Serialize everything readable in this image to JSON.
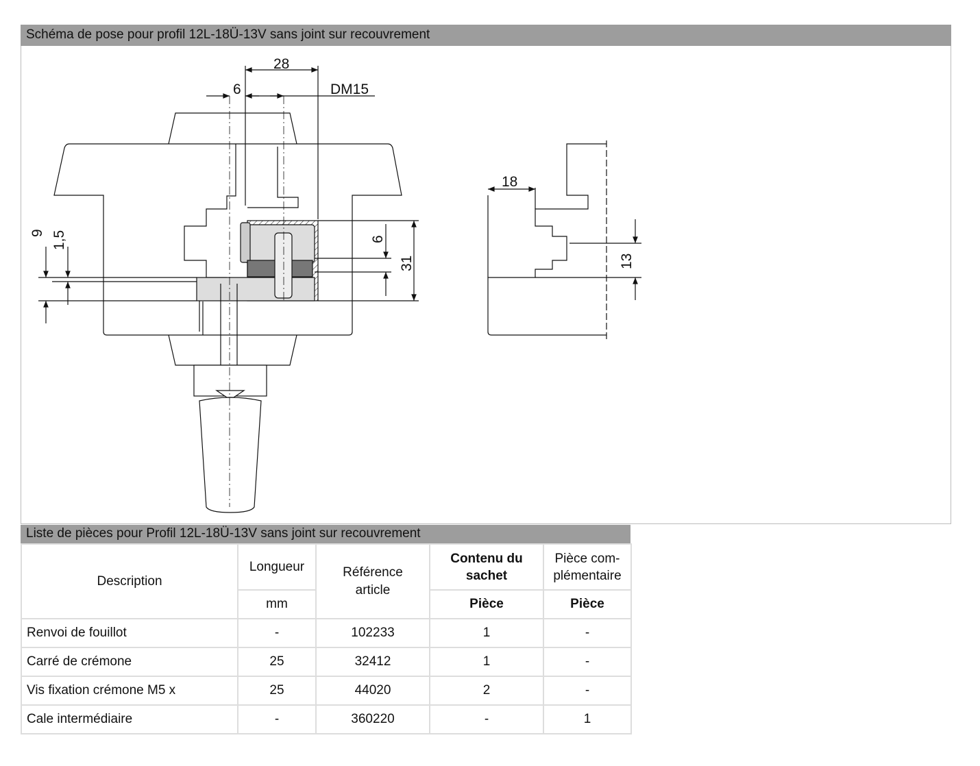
{
  "diagram_section": {
    "title": "Schéma de pose pour profil 12L-18Ü-13V sans joint sur recouvrement",
    "dimensions": {
      "d28": "28",
      "d6_top": "6",
      "dm15": "DM15",
      "d9": "9",
      "d1_5": "1,5",
      "d6_side": "6",
      "d31": "31",
      "d18": "18",
      "d13": "13"
    }
  },
  "parts_section": {
    "title": "Liste de pièces pour Profil 12L-18Ü-13V sans joint sur recouvrement",
    "headers": {
      "description": "Description",
      "length": "Longueur",
      "length_unit": "mm",
      "reference": "Référence article",
      "contents": "Contenu du sachet",
      "contents_unit": "Pièce",
      "complementary": "Pièce com-plémentaire",
      "complementary_unit": "Pièce"
    },
    "rows": [
      {
        "description": "Renvoi de fouillot",
        "length": "-",
        "reference": "102233",
        "contents": "1",
        "complementary": "-"
      },
      {
        "description": "Carré de crémone",
        "length": "25",
        "reference": "32412",
        "contents": "1",
        "complementary": "-"
      },
      {
        "description": "Vis fixation crémone M5 x",
        "length": "25",
        "reference": "44020",
        "contents": "2",
        "complementary": "-"
      },
      {
        "description": "Cale intermédiaire",
        "length": "-",
        "reference": "360220",
        "contents": "-",
        "complementary": "1"
      }
    ]
  }
}
